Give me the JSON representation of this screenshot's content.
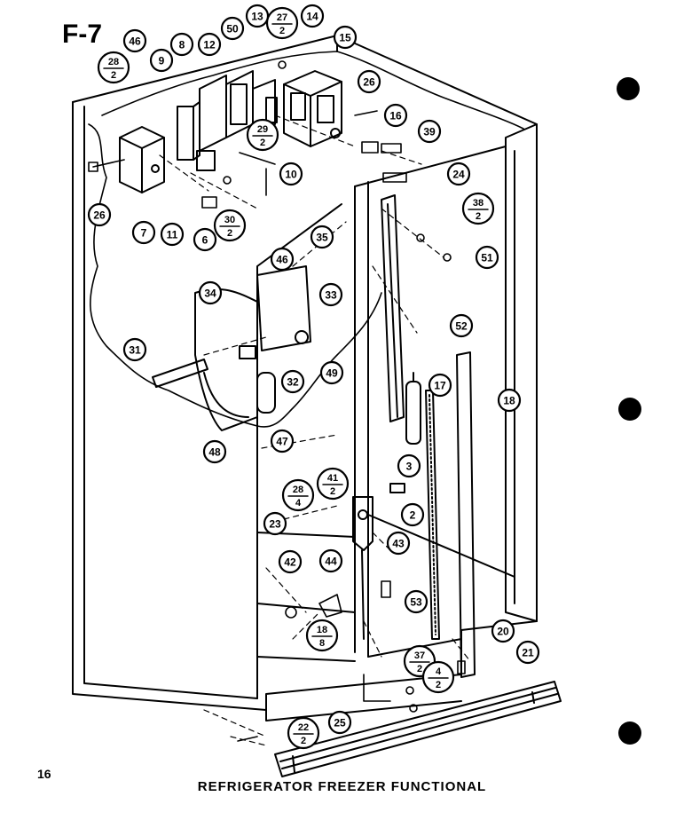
{
  "page": {
    "figure_id": "F-7",
    "page_number": "16",
    "caption": "REFRIGERATOR FREEZER FUNCTIONAL"
  },
  "callouts": [
    {
      "key": "c46a",
      "text": "46"
    },
    {
      "key": "c8",
      "text": "8"
    },
    {
      "key": "c9",
      "text": "9"
    },
    {
      "key": "c28a",
      "num": "28",
      "den": "2"
    },
    {
      "key": "c50",
      "text": "50"
    },
    {
      "key": "c12",
      "text": "12"
    },
    {
      "key": "c13",
      "text": "13"
    },
    {
      "key": "c27",
      "num": "27",
      "den": "2"
    },
    {
      "key": "c14",
      "text": "14"
    },
    {
      "key": "c15",
      "text": "15"
    },
    {
      "key": "c26a",
      "text": "26"
    },
    {
      "key": "c16",
      "text": "16"
    },
    {
      "key": "c39",
      "text": "39"
    },
    {
      "key": "c29",
      "num": "29",
      "den": "2"
    },
    {
      "key": "c10",
      "text": "10"
    },
    {
      "key": "c24",
      "text": "24"
    },
    {
      "key": "c26b",
      "text": "26"
    },
    {
      "key": "c7",
      "text": "7"
    },
    {
      "key": "c11",
      "text": "11"
    },
    {
      "key": "c6",
      "text": "6"
    },
    {
      "key": "c30",
      "num": "30",
      "den": "2"
    },
    {
      "key": "c38",
      "num": "38",
      "den": "2"
    },
    {
      "key": "c35",
      "text": "35"
    },
    {
      "key": "c51",
      "text": "51"
    },
    {
      "key": "c46b",
      "text": "46"
    },
    {
      "key": "c34",
      "text": "34"
    },
    {
      "key": "c33",
      "text": "33"
    },
    {
      "key": "c52",
      "text": "52"
    },
    {
      "key": "c31",
      "text": "31"
    },
    {
      "key": "c32",
      "text": "32"
    },
    {
      "key": "c49",
      "text": "49"
    },
    {
      "key": "c17",
      "text": "17"
    },
    {
      "key": "c18",
      "text": "18"
    },
    {
      "key": "c47",
      "text": "47"
    },
    {
      "key": "c48",
      "text": "48"
    },
    {
      "key": "c3",
      "text": "3"
    },
    {
      "key": "c41",
      "num": "41",
      "den": "2"
    },
    {
      "key": "c28b",
      "num": "28",
      "den": "4"
    },
    {
      "key": "c2",
      "text": "2"
    },
    {
      "key": "c23",
      "text": "23"
    },
    {
      "key": "c43",
      "text": "43"
    },
    {
      "key": "c42",
      "text": "42"
    },
    {
      "key": "c44",
      "text": "44"
    },
    {
      "key": "c53",
      "text": "53"
    },
    {
      "key": "c18b",
      "num": "18",
      "den": "8"
    },
    {
      "key": "c20",
      "text": "20"
    },
    {
      "key": "c21",
      "text": "21"
    },
    {
      "key": "c37",
      "num": "37",
      "den": "2"
    },
    {
      "key": "c4",
      "num": "4",
      "den": "2"
    },
    {
      "key": "c25",
      "text": "25"
    },
    {
      "key": "c22",
      "num": "22",
      "den": "2"
    }
  ]
}
